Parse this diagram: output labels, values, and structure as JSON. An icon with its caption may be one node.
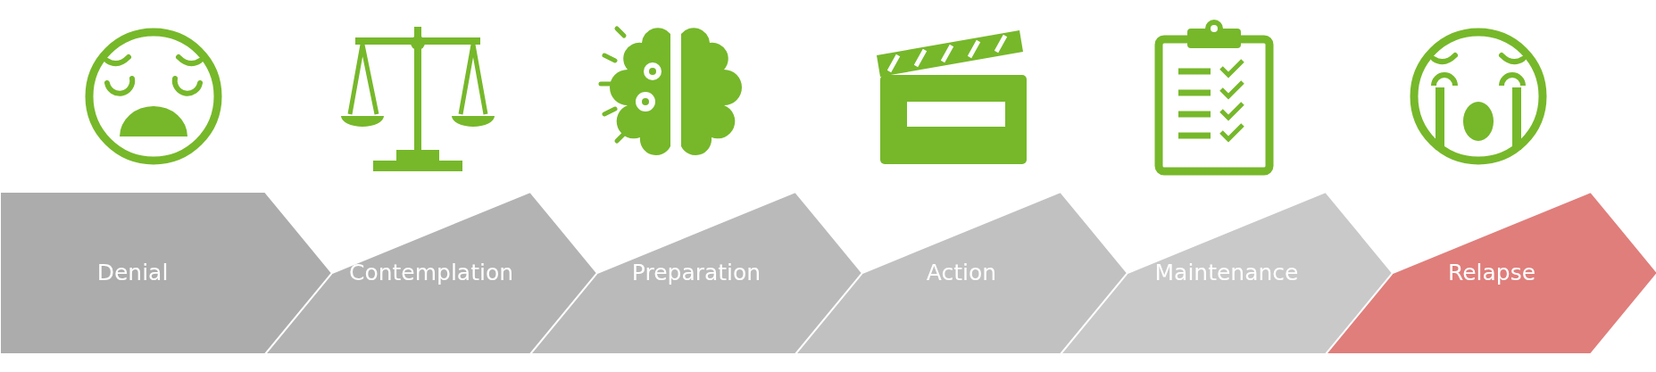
{
  "diagram": {
    "nodes": [
      {
        "text": [
          "Denial"
        ]
      },
      {
        "text": [
          "Contemplation"
        ]
      },
      {
        "text": [
          "Preparation"
        ]
      },
      {
        "text": [
          "Action"
        ]
      },
      {
        "text": [
          "Maintenance"
        ]
      },
      {
        "text": [
          "Relapse"
        ]
      }
    ]
  }
}
